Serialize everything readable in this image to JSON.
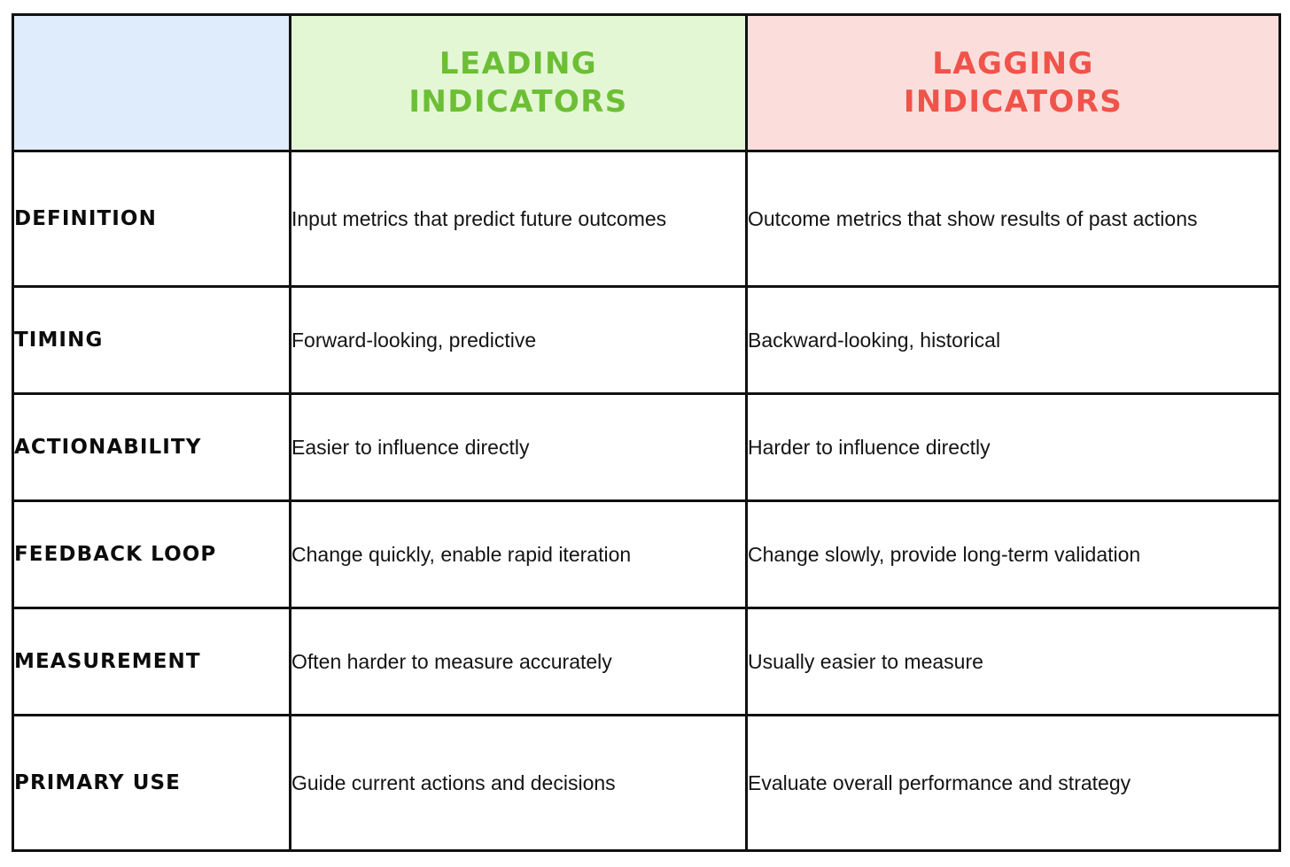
{
  "table": {
    "columns": [
      {
        "key": "label",
        "header": "",
        "header_lines": [],
        "bg": "#deecfb",
        "text_color": ""
      },
      {
        "key": "leading",
        "header": "LEADING INDICATORS",
        "header_lines": [
          "LEADING",
          "INDICATORS"
        ],
        "bg": "#e4f7d4",
        "text_color": "#6cbf35"
      },
      {
        "key": "lagging",
        "header": "LAGGING INDICATORS",
        "header_lines": [
          "LAGGING",
          "INDICATORS"
        ],
        "bg": "#fbdedb",
        "text_color": "#f0534a"
      }
    ],
    "rows": [
      {
        "label": "DEFINITION",
        "leading": "Input metrics that predict future outcomes",
        "lagging": "Outcome metrics that show results of past actions"
      },
      {
        "label": "TIMING",
        "leading": "Forward-looking, predictive",
        "lagging": "Backward-looking, historical"
      },
      {
        "label": "ACTIONABILITY",
        "leading": "Easier to influence directly",
        "lagging": "Harder to influence directly"
      },
      {
        "label": "FEEDBACK LOOP",
        "leading": "Change quickly, enable rapid iteration",
        "lagging": "Change slowly, provide long-term validation"
      },
      {
        "label": "MEASUREMENT",
        "leading": "Often harder to measure accurately",
        "lagging": "Usually easier to measure"
      },
      {
        "label": "PRIMARY USE",
        "leading": "Guide current actions and decisions",
        "lagging": "Evaluate overall performance and strategy"
      }
    ]
  },
  "colors": {
    "border": "#111111",
    "page_background": "#ffffff",
    "header_blank_bg": "#deecfb",
    "header_leading_bg": "#e4f7d4",
    "header_lagging_bg": "#fbdedb",
    "leading_accent": "#6cbf35",
    "lagging_accent": "#f0534a",
    "body_text": "#141414",
    "label_text": "#0c0c0c"
  }
}
